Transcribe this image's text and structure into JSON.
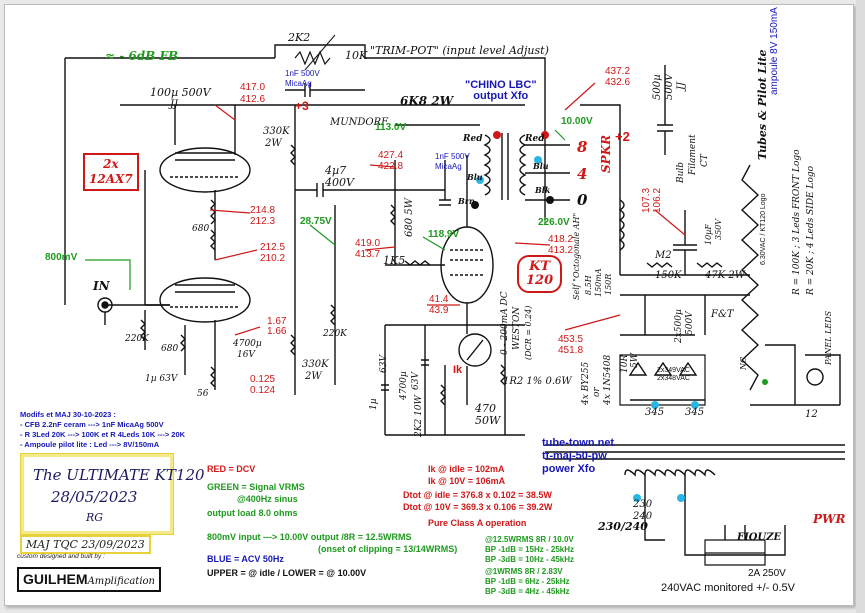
{
  "colors": {
    "red": "#d01818",
    "green": "#1e9a1e",
    "blue": "#1717b8",
    "black": "#111111",
    "box_yellow": "#e6d23a"
  },
  "feedback": {
    "label": "≈ - 6dB FB",
    "r_top": "2K2",
    "pot": "10K",
    "pot_note": "\"TRIM-POT\" (input level Adjust)"
  },
  "coupling_cap": {
    "value": "1nF 500V",
    "type": "MicaAg"
  },
  "stage1": {
    "tube": [
      "2x",
      "12AX7"
    ],
    "plate_red": "417.0",
    "plate_red_lower": "412.6",
    "plus3": "+3",
    "cap": [
      "100µ 500V",
      "JJ"
    ],
    "r_330k": [
      "330K",
      "2W"
    ],
    "r_680": "680",
    "k1": [
      "214.8",
      "212.3"
    ],
    "k2": [
      "212.5",
      "210.2"
    ],
    "k_bias": [
      "1.67",
      "1.66"
    ],
    "k_bias2": [
      "0.125",
      "0.124"
    ],
    "cap_k": [
      "4700µ",
      "16V"
    ],
    "r_56": "56",
    "cap_1u": "1µ 63V",
    "input": {
      "label": "IN",
      "mv": "800mV",
      "r": "220K"
    },
    "r_330k_b": [
      "330K",
      "2W"
    ],
    "r_220k_b": "220K"
  },
  "coupling": {
    "label": "MUNDORF",
    "cap": [
      "4µ7",
      "400V"
    ]
  },
  "screen": {
    "voltage": "113.0V",
    "r": "6K8 2W",
    "cap": [
      "1nF 500V",
      "MicaAg"
    ]
  },
  "power_tube": {
    "name": [
      "KT",
      "120"
    ],
    "r_680": "680 5W",
    "grid_ac": "28.75V",
    "g2": [
      "427.4",
      "422.8"
    ],
    "g1": [
      "419.0",
      "413.7"
    ],
    "g1_ac": "118.9V",
    "r_1k5": "1K5",
    "plate": [
      "418.2",
      "413.2"
    ],
    "k": [
      "41.4",
      "43.9"
    ],
    "ik_label": "Ik",
    "meter": [
      "0 - 200mA DC",
      "WESTON",
      "(DCR = 0.24)"
    ],
    "r_1r2": "1R2 1% 0.6W",
    "r_2k2": "2K2 10W",
    "cap_k": [
      "4700µ",
      "63V"
    ],
    "cap_1u": [
      "1µ",
      "63V"
    ],
    "r_470": [
      "470",
      "50W"
    ]
  },
  "output_xfo": {
    "title": [
      "\"CHINO LBC\"",
      "output Xfo"
    ],
    "taps": [
      "8",
      "4",
      "0"
    ],
    "tap_colors": [
      "Red",
      "Blu",
      "Blk",
      "Red",
      "Blu",
      "Brn"
    ],
    "out_ac": "10.00V",
    "b_plus": [
      "437.2",
      "432.6"
    ],
    "b_minus_ac": "226.0V",
    "spkr": "SPKR",
    "plus2": "+2",
    "cap_500": [
      "500µ",
      "500V",
      "JJ"
    ]
  },
  "choke": {
    "label": [
      "Self \"Octogonale AH\"",
      "8.5H",
      "150mA",
      "150R"
    ]
  },
  "filament": {
    "label": [
      "Bulb",
      "Filament",
      "CT"
    ],
    "v": [
      "107.3",
      "106.2"
    ],
    "cap": [
      "10µF",
      "350V"
    ]
  },
  "psu": {
    "r_m2": "M2",
    "r_47k": "47K 2W",
    "r_150k": "150K",
    "cap_500b": [
      "2x500µ",
      "500V",
      "F&T"
    ],
    "b_in": [
      "453.5",
      "451.8"
    ],
    "r_10r": [
      "10R",
      "5W"
    ],
    "rect": [
      "4x BY255",
      "or",
      "4x 1N5408"
    ],
    "ac_in": [
      "2x349VAC",
      "2x348VAC"
    ],
    "pins": [
      "345",
      "345"
    ],
    "nc": "NC"
  },
  "pilot": {
    "tubes_label": "Tubes & Pilot Lite",
    "ampoule": "ampoule 8V 150mA",
    "heater": "6.30VAC / KT120 Logo",
    "r1": "R = 100K ; 3 Leds FRONT Logo",
    "r2": "R = 20K ; 4 Leds SIDE Logo",
    "panel": "PANEL LEDS",
    "r12": "12"
  },
  "power_xfo": {
    "title": [
      "tube-town.net",
      "tt-maj-50-pw",
      "power Xfo"
    ],
    "mains": [
      "230",
      "240"
    ],
    "mains_label": "230/240"
  },
  "mains": {
    "fuse": "FIOUZE",
    "fuse_val": "2A 250V",
    "monitor": "240VAC monitored +/- 0.5V",
    "pwr": "PWR"
  },
  "mods": {
    "title": "Modifs et MAJ 30-10-2023 :",
    "items": [
      "- CFB 2.2nF ceram ---> 1nF MicaAg 500V",
      "- R 3Led 20K ---> 100K  et R 4Leds 10K ---> 20K",
      "- Ampoule pilot lite : Led ---> 8V/150mA"
    ]
  },
  "title_box": {
    "lines": [
      "The ULTIMATE KT120",
      "28/05/2023"
    ],
    "sig": "RG"
  },
  "maj": "MAJ TQC 23/09/2023",
  "credit": "custom designed and built by :",
  "logo": {
    "main": "GUILHEM",
    "sub": "Amplification"
  },
  "legend": {
    "red": "RED = DCV",
    "green": [
      "GREEN = Signal VRMS",
      "@400Hz sinus"
    ],
    "load": "output load 8.0 ohms",
    "input_output": [
      "800mV input ---> 10.00V output /8R = 12.5WRMS",
      "(onset of clipping = 13/14WRMS)"
    ],
    "blue": "BLUE = ACV 50Hz",
    "upper": "UPPER = @ idle / LOWER = @ 10.00V"
  },
  "ops": {
    "ik": [
      "Ik @ idle = 102mA",
      "Ik @ 10V = 106mA"
    ],
    "dtot": [
      "Dtot @ idle = 376.8 x 0.102 = 38.5W",
      "Dtot @ 10V = 369.3 x 0.106 = 39.2W"
    ],
    "class": "Pure Class A operation"
  },
  "bw": {
    "w12": [
      "@12.5WRMS 8R / 10.0V",
      "BP -1dB = 15Hz - 25kHz",
      "BP -3dB = 10Hz - 45kHz"
    ],
    "w1": [
      "@1WRMS 8R / 2.83V",
      "BP -1dB = 6Hz - 25kHz",
      "BP -3dB = 4Hz - 45kHz"
    ]
  }
}
